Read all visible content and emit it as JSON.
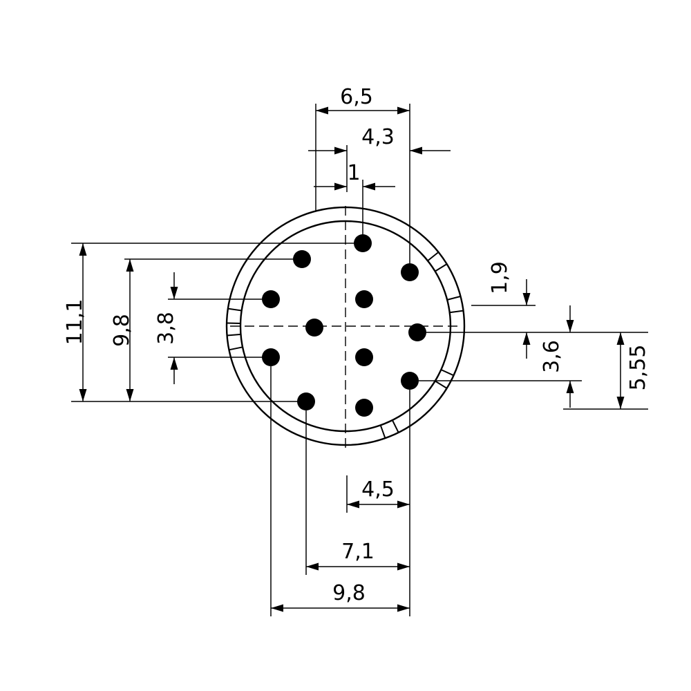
{
  "pin_count": 12,
  "colors": {
    "line": "#000000",
    "background": "#ffffff"
  },
  "dimensions": {
    "top": [
      "6,5",
      "4,3",
      "1"
    ],
    "left": [
      "11,1",
      "9,8",
      "3,8"
    ],
    "right": [
      "1,9",
      "3,6",
      "5,55"
    ],
    "bottom": [
      "4,5",
      "7,1",
      "9,8"
    ]
  }
}
